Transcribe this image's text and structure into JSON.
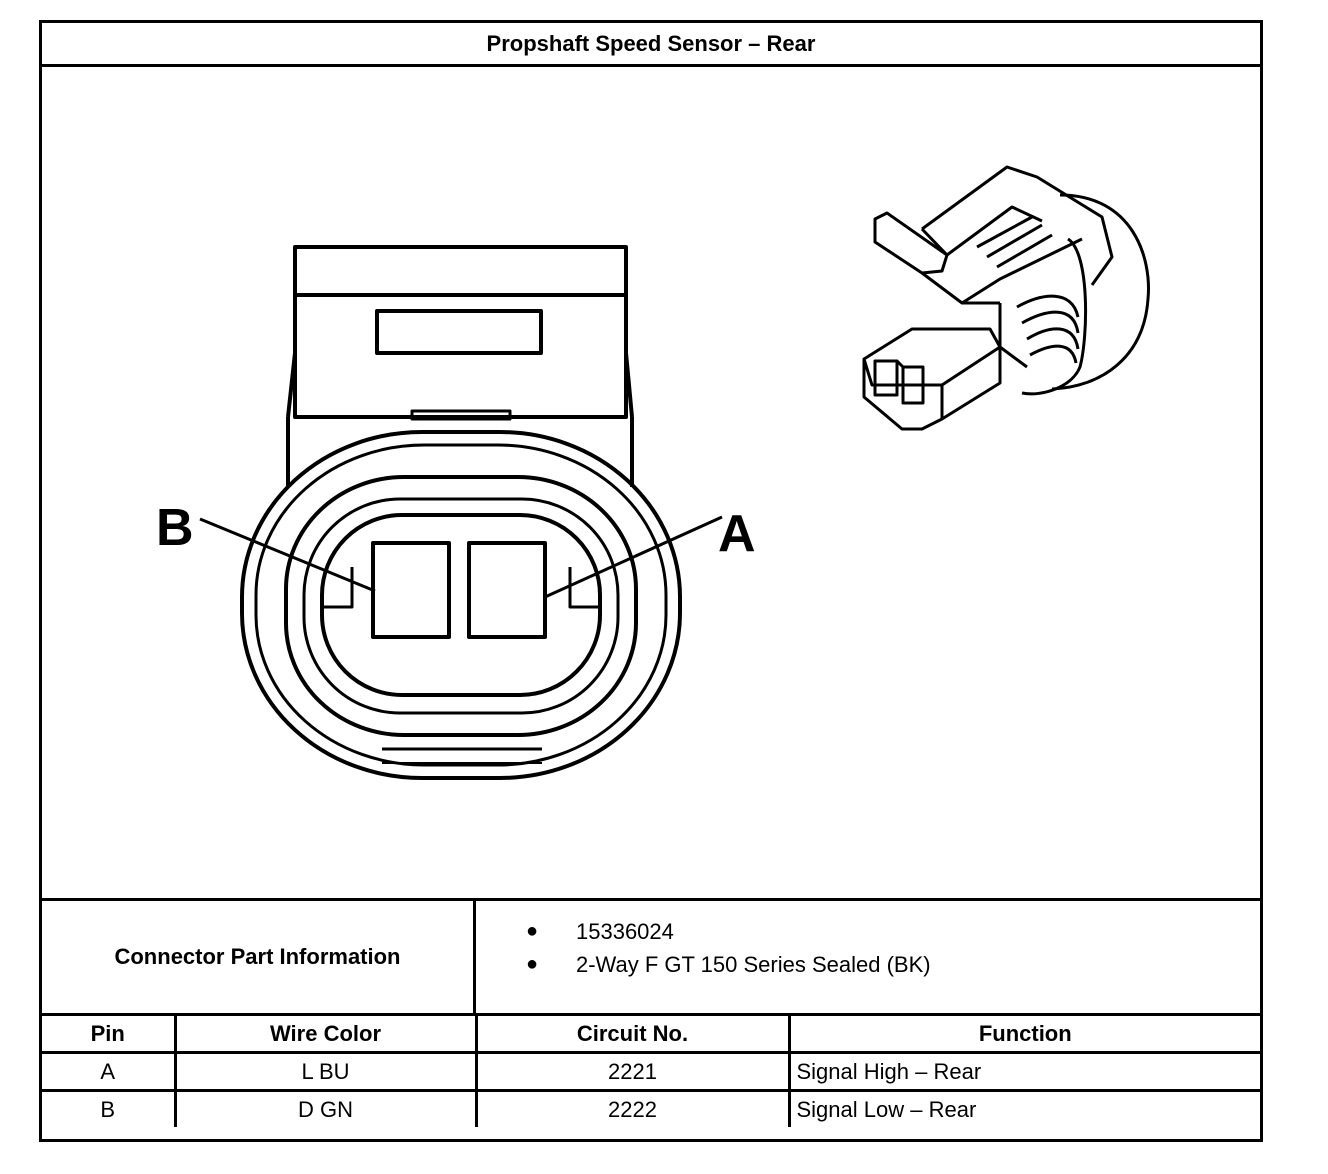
{
  "title": "Propshaft Speed Sensor – Rear",
  "diagram": {
    "label_b": "B",
    "label_a": "A"
  },
  "connector_info": {
    "label": "Connector Part Information",
    "items": [
      "15336024",
      "2-Way F GT 150 Series Sealed (BK)"
    ]
  },
  "table": {
    "headers": [
      "Pin",
      "Wire Color",
      "Circuit No.",
      "Function"
    ],
    "rows": [
      {
        "pin": "A",
        "wire_color": "L BU",
        "circuit": "2221",
        "function": "Signal High – Rear"
      },
      {
        "pin": "B",
        "wire_color": "D GN",
        "circuit": "2222",
        "function": "Signal Low – Rear"
      }
    ]
  }
}
